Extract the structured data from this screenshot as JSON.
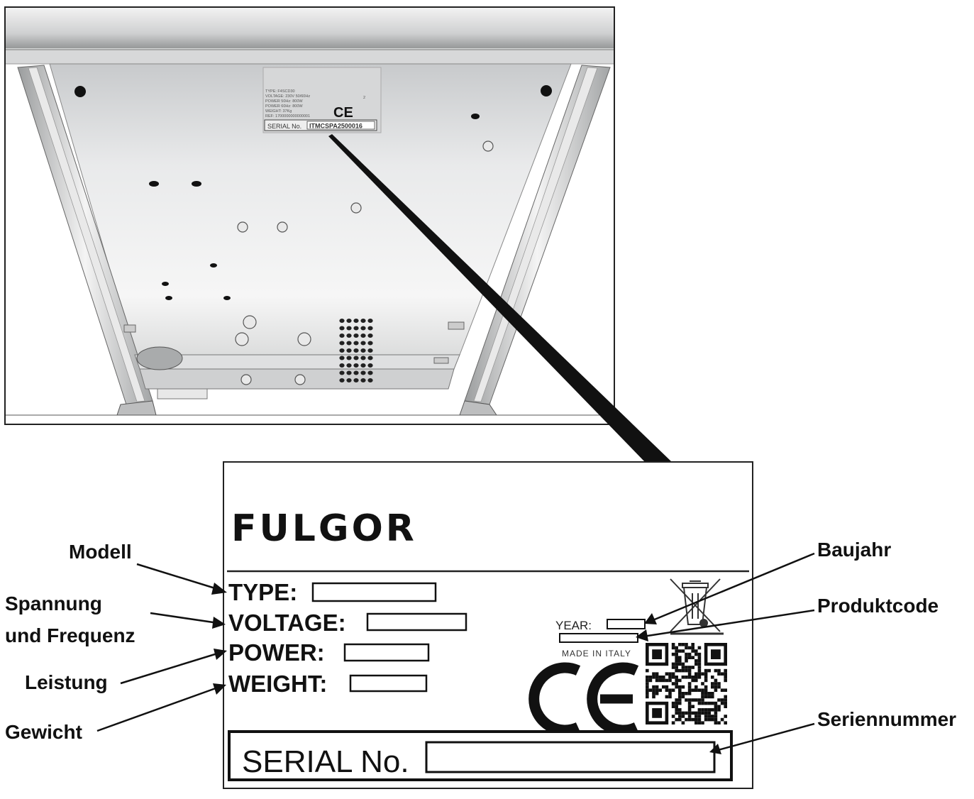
{
  "mini_plate": {
    "serial_label": "SERIAL No.",
    "serial_value": "ITMCSPA2500016",
    "lines": [
      "TYPE: F4SCD30",
      "VOLTAGE: 230V 50/60Hz",
      "POWER 50Hz: 800W",
      "POWER 60Hz: 800W",
      "WEIGHT: 37Kg",
      "REF: 1700000000000001"
    ],
    "ce_mark": "CE",
    "year_small": "2"
  },
  "label": {
    "brand": "FULGOR",
    "fields": {
      "type": "TYPE:",
      "voltage": "VOLTAGE:",
      "power": "POWER:",
      "weight": "WEIGHT:"
    },
    "year": "YEAR:",
    "made_in": "MADE IN ITALY",
    "ce": "CE",
    "serial": "SERIAL No."
  },
  "callouts": {
    "modell": "Modell",
    "spannung_1": "Spannung",
    "spannung_2": "und Frequenz",
    "leistung": "Leistung",
    "gewicht": "Gewicht",
    "baujahr": "Baujahr",
    "produktcode": "Produktcode",
    "seriennummer": "Seriennummer"
  },
  "icons": [
    "weee-crossed-bin-icon",
    "qr-code-icon",
    "ce-mark-icon"
  ]
}
